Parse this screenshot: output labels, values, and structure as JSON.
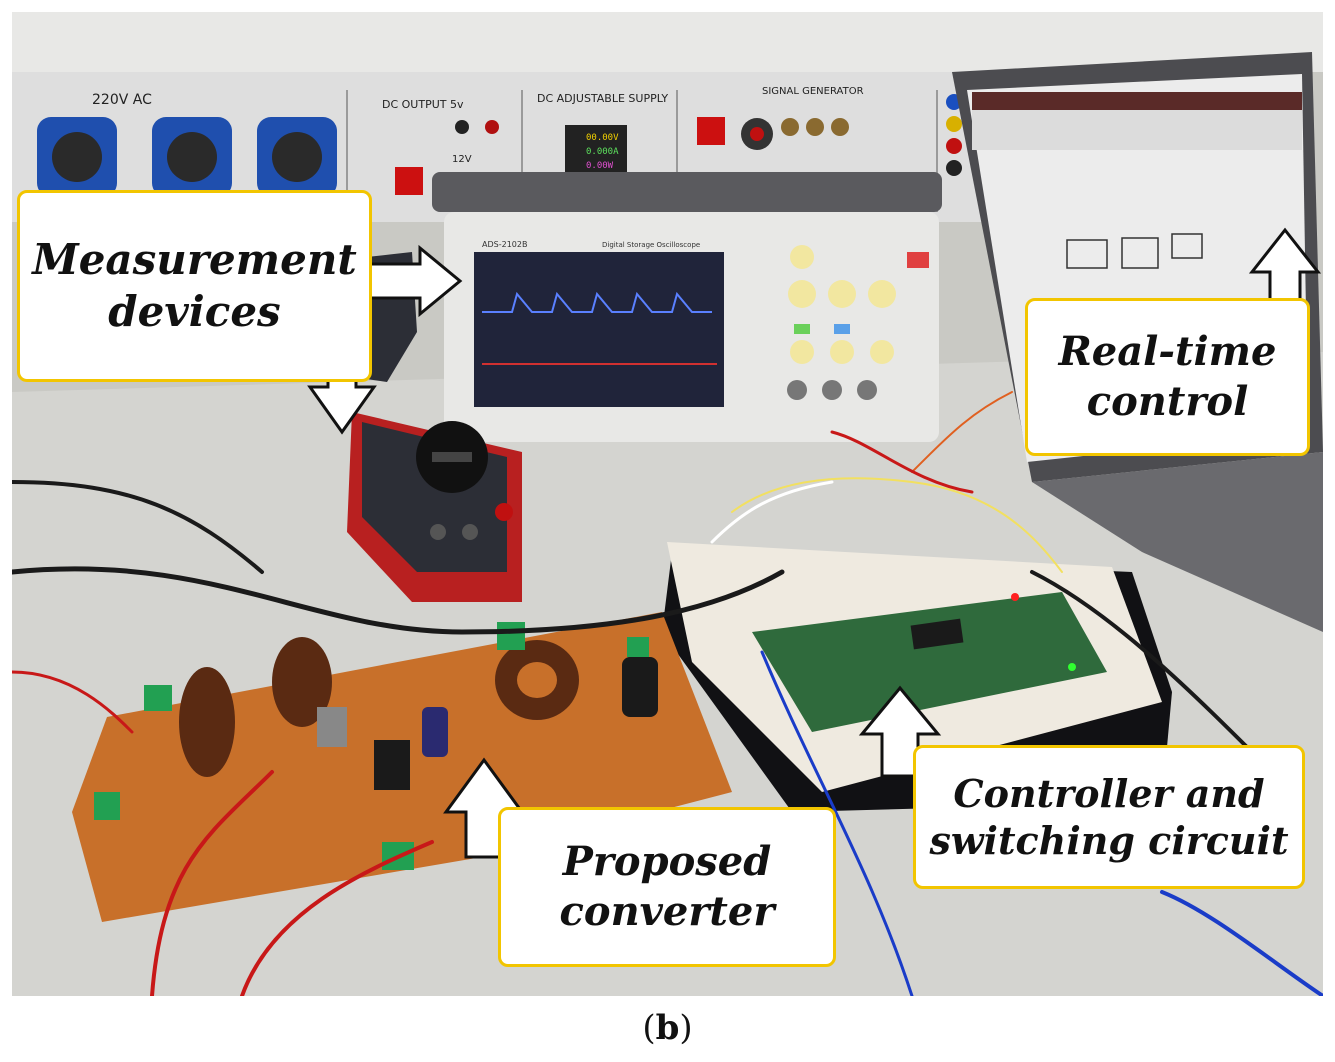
{
  "figure": {
    "caption_open": "(",
    "caption_letter": "b",
    "caption_close": ")"
  },
  "callouts": {
    "measurement": {
      "line1": "Measurement",
      "line2": "devices"
    },
    "realtime": {
      "line1": "Real-time",
      "line2": "control"
    },
    "converter": {
      "line1": "Proposed",
      "line2": "converter"
    },
    "controller": {
      "line1": "Controller and",
      "line2": "switching circuit"
    }
  },
  "panel_labels": {
    "ac": "220V AC",
    "dc_output": "DC OUTPUT 5v",
    "dc_12v": "12V",
    "dc_adjustable": "DC ADJUSTABLE SUPPLY",
    "signal_generator": "SIGNAL GENERATOR",
    "scope_model": "ADS-2102B",
    "scope_title": "Digital Storage Oscilloscope",
    "psu_v": "00.00V",
    "psu_a": "0.000A",
    "psu_w": "0.00W"
  },
  "colors": {
    "callout_border": "#f2c500",
    "bench": "#d8d8d4",
    "pcb": "#c8702a",
    "breadboard": "#efeae0"
  }
}
